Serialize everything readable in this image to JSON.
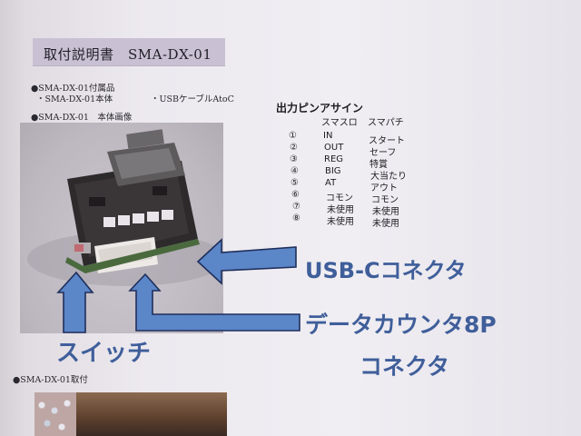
{
  "document": {
    "title": "取付説明書　SMA-DX-01",
    "accessories_heading": "●SMA-DX-01付属品",
    "accessory_1": "・SMA-DX-01本体",
    "accessory_2": "・USBケーブルAtoC",
    "image_heading": "●SMA-DX-01　本体画像",
    "install_heading": "●SMA-DX-01取付"
  },
  "pin_assign": {
    "title": "出力ピンアサイン",
    "col_slot": "スマスロ",
    "col_pachi": "スマパチ",
    "rows": [
      {
        "num": "①",
        "slot": "IN",
        "pachi": "スタート"
      },
      {
        "num": "②",
        "slot": "OUT",
        "pachi": "セーフ"
      },
      {
        "num": "③",
        "slot": "REG",
        "pachi": "特賞"
      },
      {
        "num": "④",
        "slot": "BIG",
        "pachi": "大当たり"
      },
      {
        "num": "⑤",
        "slot": "AT",
        "pachi": "アウト"
      },
      {
        "num": "⑥",
        "slot": "コモン",
        "pachi": "コモン"
      },
      {
        "num": "⑦",
        "slot": "未使用",
        "pachi": "未使用"
      },
      {
        "num": "⑧",
        "slot": "未使用",
        "pachi": "未使用"
      }
    ]
  },
  "callouts": {
    "usb": "USB-Cコネクタ",
    "data_line1": "データカウンタ8P",
    "data_line2": "コネクタ",
    "switch": "スイッチ"
  },
  "colors": {
    "arrow_fill": "#5b86c8",
    "arrow_stroke": "#1f2f5c",
    "label_text": "#3f5e9a",
    "title_box": "#c9c1d3"
  }
}
